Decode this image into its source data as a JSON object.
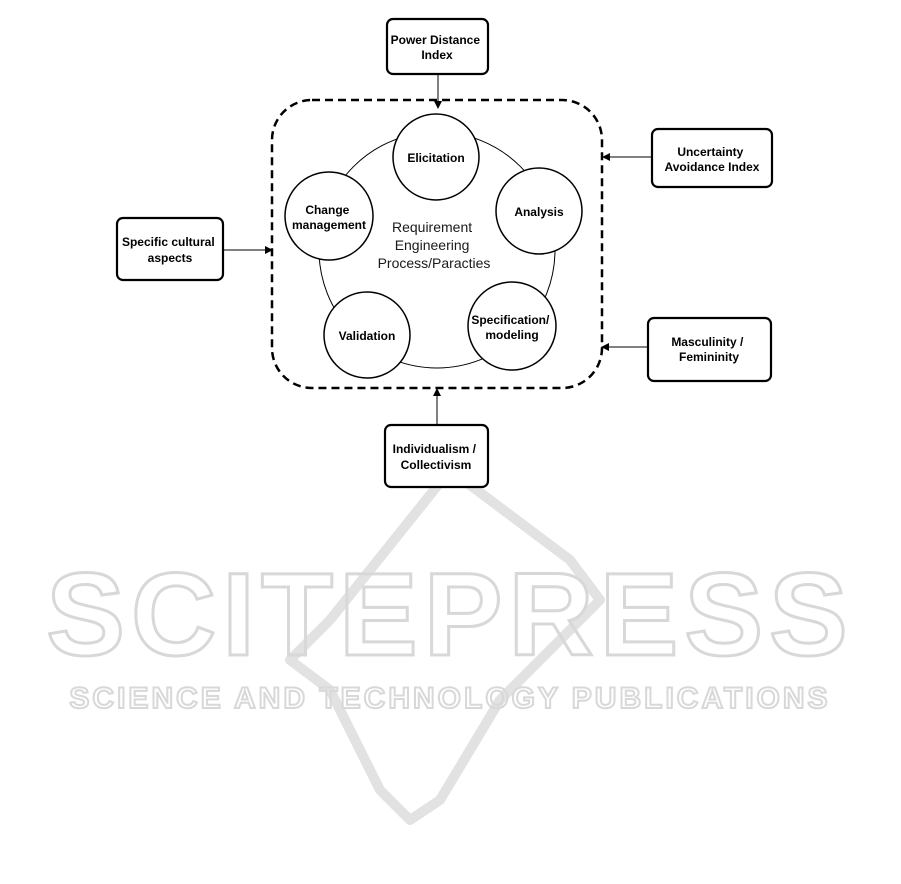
{
  "external_factors": {
    "power_distance": [
      "Power Distance",
      "Index"
    ],
    "uncertainty_avoidance": [
      "Uncertainty",
      "Avoidance Index"
    ],
    "specific_cultural": [
      "Specific cultural",
      "aspects"
    ],
    "masculinity": [
      "Masculinity /",
      "Femininity"
    ],
    "individualism": [
      "Individualism /",
      "Collectivism"
    ]
  },
  "process": {
    "center_label": [
      "Requirement",
      "Engineering",
      "Process/Paracties"
    ],
    "phases": {
      "elicitation": [
        "Elicitation"
      ],
      "analysis": [
        "Analysis"
      ],
      "specification": [
        "Specification/",
        "modeling"
      ],
      "validation": [
        "Validation"
      ],
      "change_management": [
        "Change",
        "management"
      ]
    }
  },
  "watermark": {
    "main": "SCITEPRESS",
    "sub": "SCIENCE AND TECHNOLOGY PUBLICATIONS"
  }
}
